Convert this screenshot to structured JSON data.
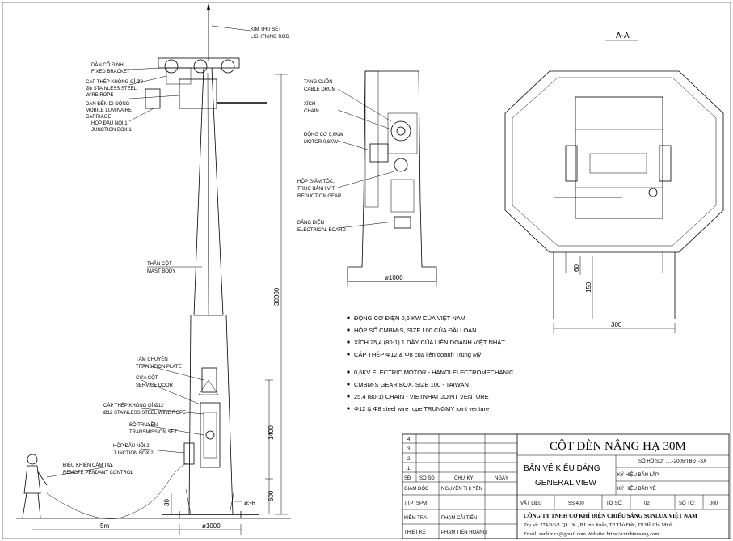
{
  "pole_labels": {
    "lightning_rod": [
      "KIM THU SÉT",
      "LIGHTNING ROD"
    ],
    "fixed_bracket": [
      "DÀN CỐ ĐỊNH",
      "FIXED BRACKET"
    ],
    "wire_rope": [
      "CÁP THÉP KHÔNG GỈ Ø8",
      "Ø8 STAINLESS STEEL",
      "WIRE ROPE"
    ],
    "carriage": [
      "DÀN ĐÈN DI ĐỘNG",
      "MOBILE LUMINAIRE",
      "CARRIAGE"
    ],
    "junction_box_1": [
      "HỘP ĐẤU NỐI 1",
      "JUNCTION BOX 1"
    ],
    "mast_body": [
      "THÂN CỘT",
      "MAST BODY"
    ],
    "transition_plate": [
      "TẤM CHUYỂN",
      "TRANSITION PLATE"
    ],
    "service_door": [
      "CỬA CỘT",
      "SERVICE DOOR"
    ],
    "wire_rope_12": [
      "CÁP THÉP KHÔNG GỈ Ø12",
      "Ø12 STAINLESS STEEL WIRE ROPE"
    ],
    "transmission_set": [
      "BỘ TRUYỀN",
      "TRANSMISSION SET"
    ],
    "junction_box_2": [
      "HỘP ĐẤU NỐI 2",
      "JUNCTION BOX 2"
    ],
    "remote_control": [
      "ĐIỀU KHIỂN CẦM TAY",
      "REMOTE PENDANT CONTROL"
    ]
  },
  "winch_labels": {
    "cable_drum": [
      "TANG CUỐN",
      "CABLE DRUM"
    ],
    "chain": [
      "XÍCH",
      "CHAIN"
    ],
    "motor": [
      "ĐỘNG CƠ 0,6KW",
      "MOTOR 0,6KW"
    ],
    "reduction_gear": [
      "HỘP GIẢM TỐC,",
      "TRỤC BÁNH VÍT",
      "REDUCTION GEAR"
    ],
    "electrical_board": [
      "BẢNG ĐIỆN",
      "ELECTRICAL BOARD"
    ]
  },
  "dimensions": {
    "height_30000": "30000",
    "height_1400": "1400",
    "height_600": "600",
    "d30": "30",
    "d36": "ø36",
    "base_1000": "ø1000",
    "winch_1000": "ø1000",
    "dist_5m": "5m",
    "sec_60": "60",
    "sec_150": "150",
    "sec_300": "300"
  },
  "section_title": "A-A",
  "specs_vi": [
    "ĐỘNG CƠ ĐIỆN 0,6 KW CỦA VIỆT NAM",
    "HỘP SỐ CMBM-S, SIZE 100 CỦA ĐÀI LOAN",
    "XÍCH 25,4 (80-1) 1 DÃY CỦA LIÊN DOANH VIỆT NHẬT",
    "CÁP THÉP Φ12 & Φ8 của liên doanh Trung Mỹ"
  ],
  "specs_en": [
    "0,6KV ELECTRIC MOTOR - HANOI ELECTROMECHANIC",
    "CMBM-S GEAR BOX, SIZE 100 - TAIWAN",
    "25,4 (80-1) CHAIN - VIETNHAT JOINT VENTURE",
    "Φ12 & Φ8 steel wire rope TRUNGMY joint venture"
  ],
  "title_block": {
    "main_title": "CỘT ĐÈN NÂNG HẠ 30M",
    "sub_vi": "BẢN VẼ KIỂU DÁNG",
    "sub_en": "GENERAL VIEW",
    "drawing_no_label": "SỐ HỒ SƠ: .....-2005/TBĐT-SX",
    "rev_label_1": "KÝ HIỆU BẢN LẮP",
    "rev_label_2": "KÝ HIỆU BẢN VẼ",
    "rows": [
      "4",
      "3",
      "2",
      "1"
    ],
    "header": [
      "SĐ",
      "SỐ SĐ",
      "CHỮ KÝ",
      "NGÀY"
    ],
    "director_label": "GIÁM ĐỐC",
    "director_name": "NGUYỄN THỊ YẾN",
    "ttpspm": "TTPTSPM",
    "material_label": "VẬT LIỆU",
    "material_value": "SS 400",
    "sheet_label": "TỜ SỐ:",
    "sheet_value": "02",
    "sheets_label": "SỐ TỜ:",
    "sheets_value": "000",
    "checker_label": "KIỂM TRA",
    "checker_name": "PHẠM CẢI TIẾN",
    "designer_label": "THIẾT KẾ",
    "designer_name": "PHẠM TIẾN HOÀNG",
    "company": "CÔNG TY TNHH CƠ KHÍ ĐIỆN CHIẾU SÁNG SUNLUX VIỆT NAM",
    "address": "Trụ sở: 274/8/6/1 QL 1K , P Linh Xuân, TP Thủ Đức, TP Hồ Chí Minh",
    "contact": "Email: sunlux.cs@gmail.com Website: https://cotchieusang.com"
  }
}
